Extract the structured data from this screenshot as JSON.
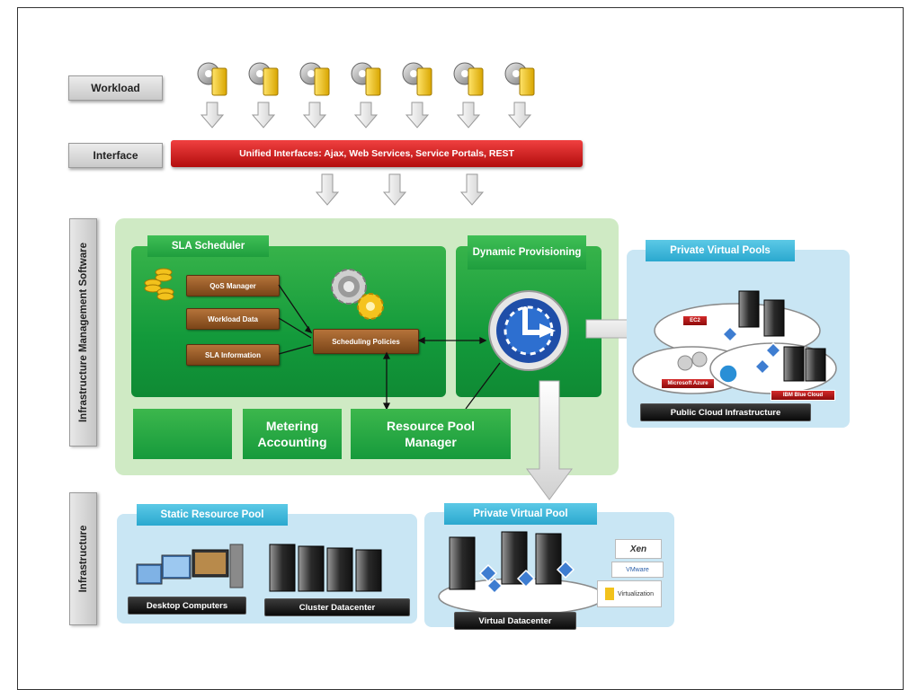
{
  "layers": {
    "workload": "Workload",
    "interface": "Interface",
    "infra_mgmt": "Infrastructure Management Software",
    "infrastructure": "Infrastructure"
  },
  "interface_bar": "Unified Interfaces: Ajax, Web Services, Service Portals, REST",
  "workload_icons": [
    "gear-document-icon",
    "gear-document-icon",
    "gear-document-icon",
    "gear-document-icon",
    "gear-document-icon",
    "gear-document-icon",
    "gear-document-icon"
  ],
  "sla_scheduler": {
    "title": "SLA Scheduler",
    "qos": "QoS Manager",
    "workload_data": "Workload Data",
    "sla_info": "SLA Information",
    "policies": "Scheduling Policies"
  },
  "dynamic_provisioning": "Dynamic Provisioning",
  "metering": "Metering Accounting",
  "resource_pool_manager": "Resource Pool Manager",
  "private_virtual_pools": {
    "title": "Private Virtual Pools",
    "public_cloud": "Public Cloud Infrastructure",
    "tag_top": "EC2",
    "tag_azure": "Microsoft Azure",
    "tag_ibm": "IBM Blue Cloud"
  },
  "static_pool": {
    "title": "Static Resource Pool",
    "desktop": "Desktop Computers",
    "cluster": "Cluster Datacenter"
  },
  "private_virtual_pool": {
    "title": "Private Virtual Pool",
    "virtual_dc": "Virtual Datacenter",
    "logo_xen": "Xen",
    "logo_vmware": "VMware",
    "logo_other": "Virtualization"
  },
  "colors": {
    "green": "#139a3b",
    "red": "#c0141b",
    "cyan": "#2aa8cf",
    "brown": "#8a4f1f"
  }
}
